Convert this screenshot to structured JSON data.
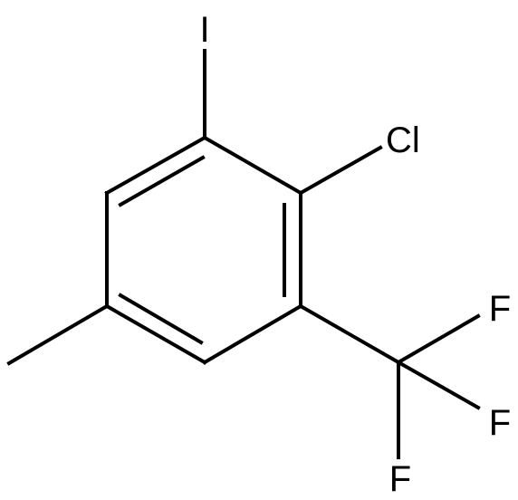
{
  "molecule": {
    "atoms": [
      {
        "id": "iodine",
        "label": "I"
      },
      {
        "id": "chlorine",
        "label": "Cl"
      },
      {
        "id": "fluorine-1",
        "label": "F"
      },
      {
        "id": "fluorine-2",
        "label": "F"
      },
      {
        "id": "fluorine-3",
        "label": "F"
      }
    ]
  }
}
